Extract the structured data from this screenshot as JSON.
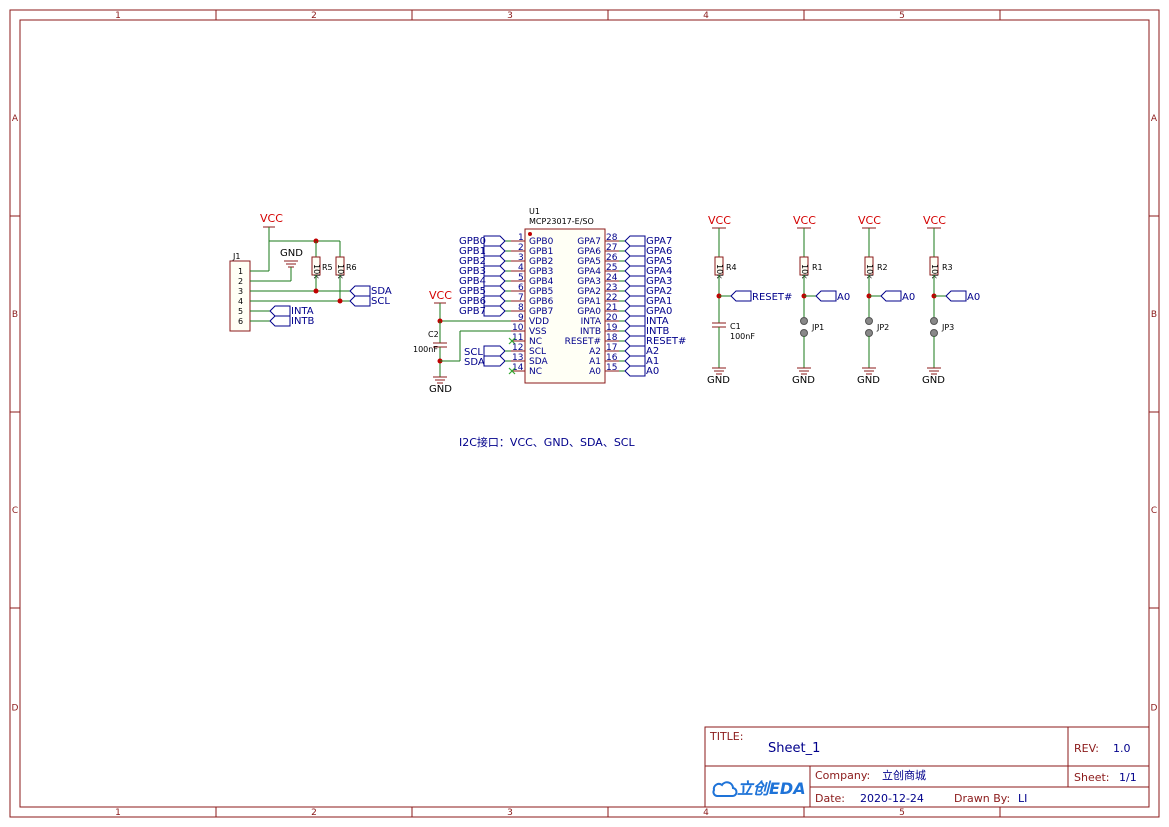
{
  "frame": {
    "col_labels": [
      "1",
      "2",
      "3",
      "4",
      "5"
    ],
    "row_labels": [
      "A",
      "B",
      "C",
      "D"
    ]
  },
  "power_labels": {
    "vcc": "VCC",
    "gnd": "GND"
  },
  "j1": {
    "designator": "J1",
    "pins": [
      "1",
      "2",
      "3",
      "4",
      "5",
      "6"
    ]
  },
  "pullups": {
    "r5": "R5",
    "r6": "R6",
    "value": "10k"
  },
  "net_labels": {
    "sda": "SDA",
    "scl": "SCL",
    "inta": "INTA",
    "intb": "INTB",
    "reset": "RESET#",
    "a0": "A0",
    "a1": "A1",
    "a2": "A2"
  },
  "u1": {
    "designator": "U1",
    "part": "MCP23017-E/SO",
    "left_pins": [
      {
        "num": "1",
        "name": "GPB0",
        "net": "GPB0"
      },
      {
        "num": "2",
        "name": "GPB1",
        "net": "GPB1"
      },
      {
        "num": "3",
        "name": "GPB2",
        "net": "GPB2"
      },
      {
        "num": "4",
        "name": "GPB3",
        "net": "GPB3"
      },
      {
        "num": "5",
        "name": "GPB4",
        "net": "GPB4"
      },
      {
        "num": "6",
        "name": "GPB5",
        "net": "GPB5"
      },
      {
        "num": "7",
        "name": "GPB6",
        "net": "GPB6"
      },
      {
        "num": "8",
        "name": "GPB7",
        "net": "GPB7"
      },
      {
        "num": "9",
        "name": "VDD",
        "net": ""
      },
      {
        "num": "10",
        "name": "VSS",
        "net": ""
      },
      {
        "num": "11",
        "name": "NC",
        "net": ""
      },
      {
        "num": "12",
        "name": "SCL",
        "net": "SCL"
      },
      {
        "num": "13",
        "name": "SDA",
        "net": "SDA"
      },
      {
        "num": "14",
        "name": "NC",
        "net": ""
      }
    ],
    "right_pins": [
      {
        "num": "28",
        "name": "GPA7",
        "net": "GPA7"
      },
      {
        "num": "27",
        "name": "GPA6",
        "net": "GPA6"
      },
      {
        "num": "26",
        "name": "GPA5",
        "net": "GPA5"
      },
      {
        "num": "25",
        "name": "GPA4",
        "net": "GPA4"
      },
      {
        "num": "24",
        "name": "GPA3",
        "net": "GPA3"
      },
      {
        "num": "23",
        "name": "GPA2",
        "net": "GPA2"
      },
      {
        "num": "22",
        "name": "GPA1",
        "net": "GPA1"
      },
      {
        "num": "21",
        "name": "GPA0",
        "net": "GPA0"
      },
      {
        "num": "20",
        "name": "INTA",
        "net": "INTA"
      },
      {
        "num": "19",
        "name": "INTB",
        "net": "INTB"
      },
      {
        "num": "18",
        "name": "RESET#",
        "net": "RESET#"
      },
      {
        "num": "17",
        "name": "A2",
        "net": "A2"
      },
      {
        "num": "16",
        "name": "A1",
        "net": "A1"
      },
      {
        "num": "15",
        "name": "A0",
        "net": "A0"
      }
    ]
  },
  "c2": {
    "designator": "C2",
    "value": "100nF"
  },
  "c1": {
    "designator": "C1",
    "value": "100nF"
  },
  "r4": "R4",
  "r1": "R1",
  "r2": "R2",
  "r3": "R3",
  "jp1": "JP1",
  "jp2": "JP2",
  "jp3": "JP3",
  "note": "I2C接口：VCC、GND、SDA、SCL",
  "title_block": {
    "title_label": "TITLE:",
    "title": "Sheet_1",
    "rev_label": "REV:",
    "rev": "1.0",
    "company_label": "Company:",
    "company": "立创商城",
    "sheet_label": "Sheet:",
    "sheet": "1/1",
    "date_label": "Date:",
    "date": "2020-12-24",
    "drawn_label": "Drawn By:",
    "drawn": "LI",
    "logo_text": "立创EDA"
  }
}
